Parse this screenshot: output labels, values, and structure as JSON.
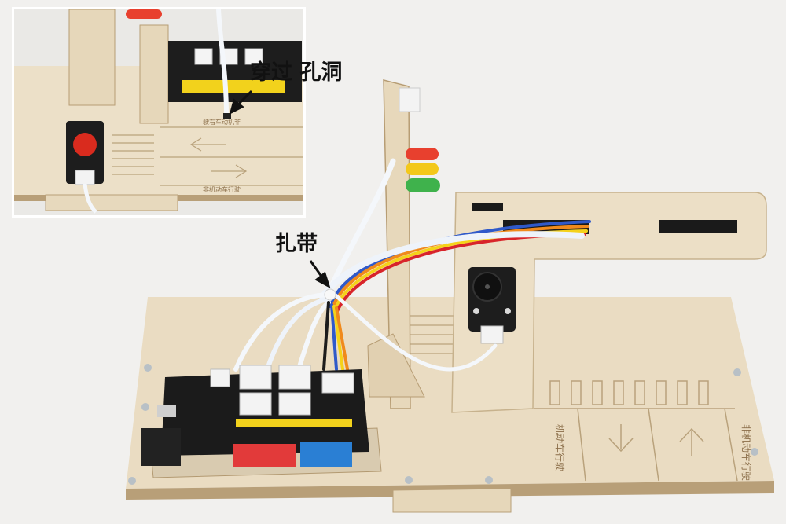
{
  "annotations": {
    "through_hole": "穿过 孔洞",
    "cable_tie": "扎带"
  },
  "board_markings": {
    "lane_label_top": "机动车行驶",
    "lane_label_bottom": "非机动车行驶",
    "inset_label_top": "驶右车动机非",
    "inset_label_bottom": "非机动车行驶"
  },
  "colors": {
    "background": "#f0efed",
    "plywood": "#ecdfc6",
    "plywood_edge": "#c9b48f",
    "pcb": "#1b1b1b",
    "header_red": "#e23a3a",
    "header_blue": "#2a7fd4",
    "header_yellow": "#f2d21c",
    "led_red": "#e8402e",
    "led_yellow": "#f3c81a",
    "led_green": "#3fb24c",
    "button_red": "#d92b1e",
    "wire_white": "#f4f7fb",
    "wire_blue": "#2f59c9",
    "wire_orange": "#f08a1c",
    "wire_yellow": "#f5d21a",
    "wire_red": "#d8242a",
    "wire_black": "#1c1c1c"
  }
}
